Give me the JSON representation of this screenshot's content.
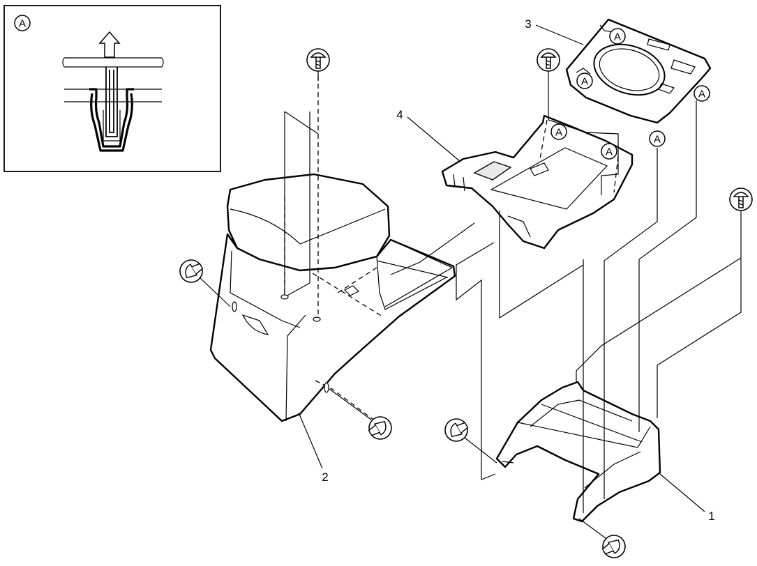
{
  "inset": {
    "label": "A"
  },
  "callouts": {
    "part1": "1",
    "part2": "2",
    "part3": "3",
    "part4": "4",
    "clip_a": "A"
  },
  "icons": {
    "clip_symbol": "push-clip-icon",
    "screw_symbol": "screw-icon"
  }
}
